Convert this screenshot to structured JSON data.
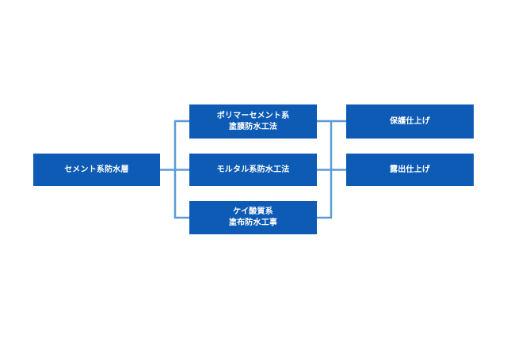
{
  "colors": {
    "node_fill": "#0d5bb5",
    "connector": "#5b9bd5",
    "text": "#ffffff"
  },
  "nodes": {
    "root": "セメント系防水層",
    "middle": [
      "ポリマーセメント系\n塗膜防水工法",
      "モルタル系防水工法",
      "ケイ酸質系\n塗布防水工事"
    ],
    "right": [
      "保護仕上げ",
      "露出仕上げ"
    ]
  }
}
